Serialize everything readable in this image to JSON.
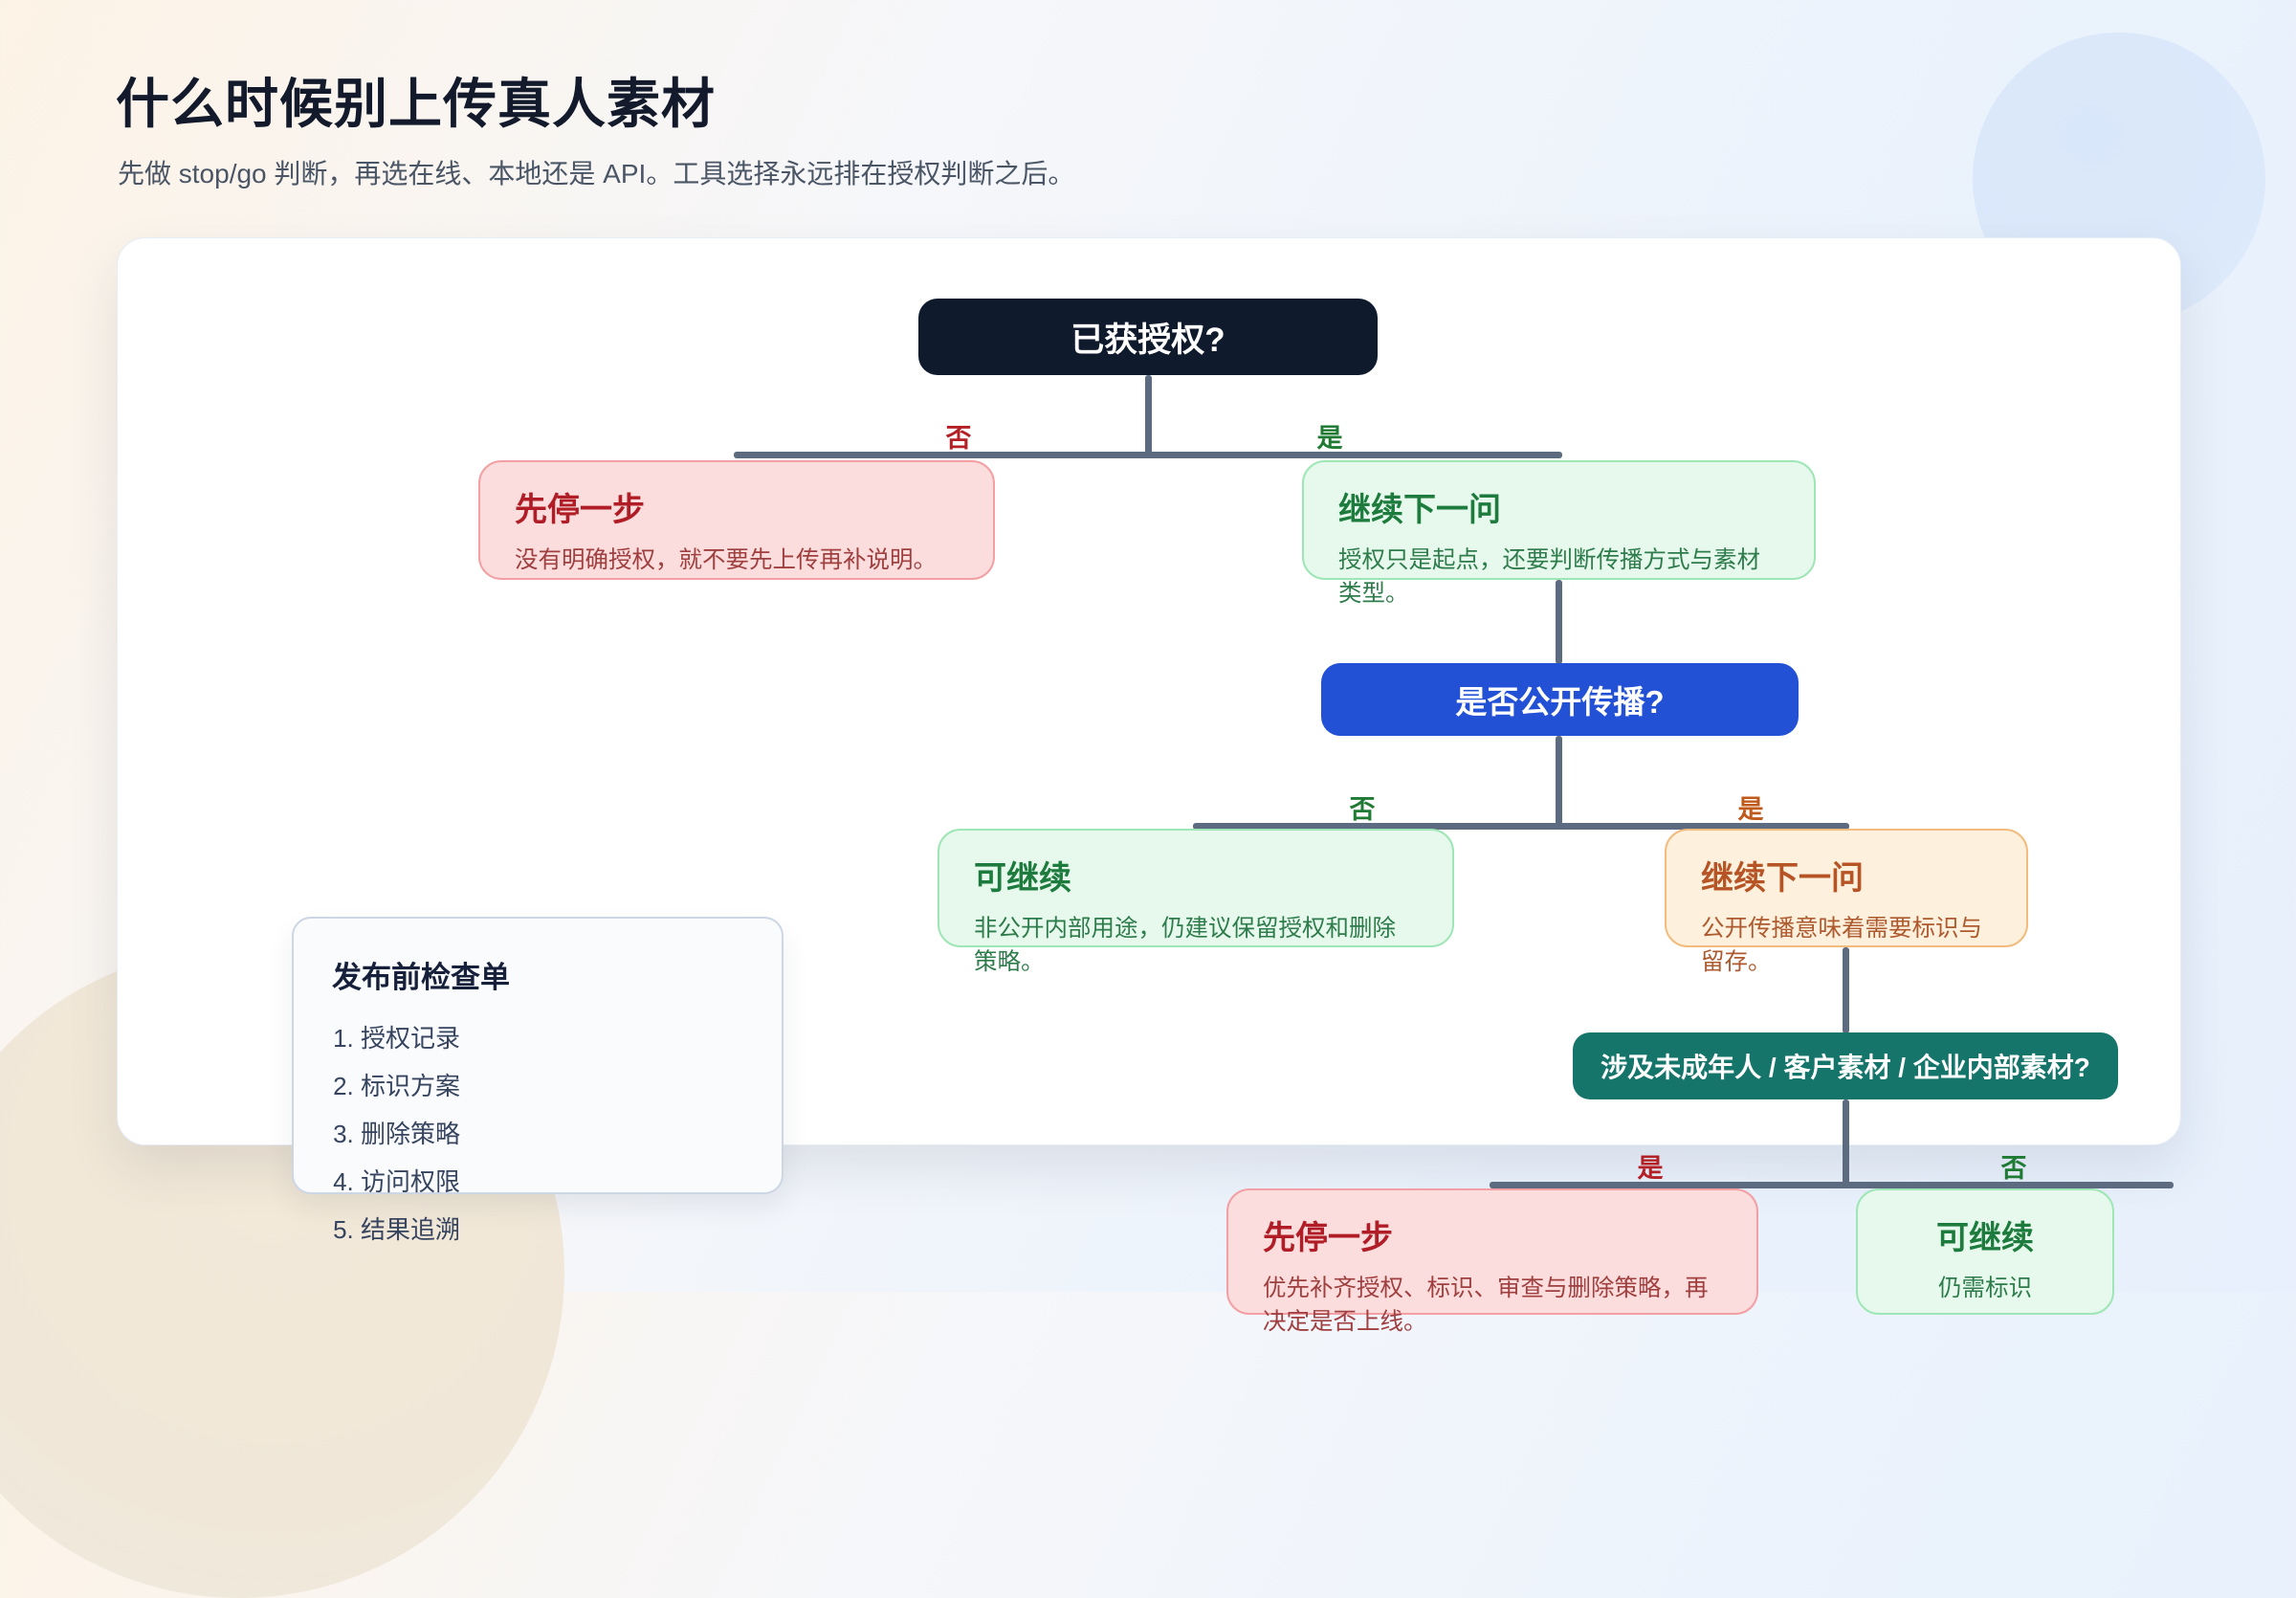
{
  "header": {
    "title": "什么时候别上传真人素材",
    "subtitle": "先做 stop/go 判断，再选在线、本地还是 API。工具选择永远排在授权判断之后。"
  },
  "flow": {
    "q1": {
      "question": "已获授权?",
      "no": "否",
      "yes": "是"
    },
    "q1_no": {
      "title": "先停一步",
      "desc": "没有明确授权，就不要先上传再补说明。"
    },
    "q1_yes": {
      "title": "继续下一问",
      "desc": "授权只是起点，还要判断传播方式与素材类型。"
    },
    "q2": {
      "question": "是否公开传播?",
      "no": "否",
      "yes": "是"
    },
    "q2_no": {
      "title": "可继续",
      "desc": "非公开内部用途，仍建议保留授权和删除策略。"
    },
    "q2_yes": {
      "title": "继续下一问",
      "desc": "公开传播意味着需要标识与留存。"
    },
    "q3": {
      "question": "涉及未成年人 / 客户素材 / 企业内部素材?",
      "yes": "是",
      "no": "否"
    },
    "q3_yes": {
      "title": "先停一步",
      "desc": "优先补齐授权、标识、审查与删除策略，再决定是否上线。"
    },
    "q3_no": {
      "title": "可继续",
      "desc": "仍需标识"
    }
  },
  "checklist": {
    "title": "发布前检查单",
    "items": [
      "授权记录",
      "标识方案",
      "删除策略",
      "访问权限",
      "结果追溯"
    ]
  },
  "colors": {
    "node_dark": "#0f1a2c",
    "node_blue": "#2351d6",
    "node_teal": "#15756b",
    "connector": "#5d6b80",
    "stop_bg": "#fcdddd",
    "stop_border": "#f2a0a4",
    "stop_text": "#b01d26",
    "go_bg": "#e7f9ed",
    "go_border": "#9fe6b6",
    "go_text": "#1d7c3d",
    "next_bg": "#fdf0dc",
    "next_border": "#f1bc7e",
    "next_text": "#b65426",
    "label_no_red": "#b32025",
    "label_yes_green": "#1f7a33",
    "label_yes_orange": "#c05a1a"
  }
}
